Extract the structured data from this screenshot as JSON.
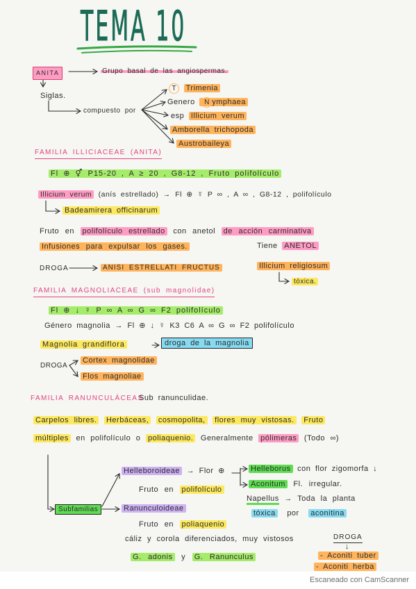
{
  "colors": {
    "paper": "#f6f6f3",
    "ink": "#2b2b2b",
    "title": "#1b6b56",
    "title_underline": "#35a845",
    "heading_pink": "#e2457f",
    "hl_green": "#a6ec6b",
    "hl_pink": "#ff9cc4",
    "hl_orange": "#ffb45c",
    "hl_yellow": "#fde95f",
    "hl_lavender": "#cdb1f2",
    "hl_blue": "#86dbf2",
    "hl_bright_green": "#5fdc52"
  },
  "title": "TEMA 10",
  "anita": {
    "label": "ANITA",
    "description": "Grupo basal de las angiospermas.",
    "siglas": "Siglas.",
    "compuesto": "compuesto por",
    "trimenia_mark": "T",
    "trimenia": "Trimenia",
    "genero": "Genero",
    "nymphaea_mark": "N",
    "nymphaea_rest": "ymphaea",
    "esp": "esp",
    "illicium": "Illicium verum",
    "amborella": "Amborella trichopoda",
    "austrobaileya": "Austrobaileya"
  },
  "illiciaceae": {
    "heading": "FAMILIA ILLICIACEAE (ANITA)",
    "formula": "Fl ⊕ ⚥ P15-20 , A ≥ 20 , G8-12 , Fruto polifolículo",
    "species": "Illicium verum",
    "species_detail": "(anís estrellado) → Fl ⊕ ☿ P ∞ , A ∞ , G8-12 , polifolículo",
    "synonym": "Badeamirera officinarum",
    "fruit_a": "Fruto en",
    "fruit_b": "polifolículo estrellado",
    "fruit_c": "con anetol",
    "fruit_d": "de acción carminativa",
    "use": "Infusiones para expulsar los gases.",
    "tiene": "Tiene",
    "anetol": "ANETOL",
    "droga_label": "DROGA",
    "droga": "ANISI ESTRELLATI FRUCTUS",
    "toxic_species": "Illicium religiosum",
    "toxic": "tóxica."
  },
  "magnoliaceae": {
    "heading": "FAMILIA MAGNOLIACEAE (sub magnolidae)",
    "formula": "Fl ⊕ ↓ ☿ P ∞ A ∞ G ∞ F2 polifolículo",
    "genus_line": "Género magnolia → Fl ⊕ ↓ ☿ K3 C6 A ∞ G ∞ F2 polifolículo",
    "species": "Magnolia grandiflora",
    "species_drug": "droga de la magnolia",
    "droga_label": "DROGA",
    "drugs": [
      "Cortex magnolidae",
      "Flos magnoliae"
    ]
  },
  "ranunculaceae": {
    "heading": "FAMILIA RANUNCULÁCEAS",
    "subclass": "Sub ranunculidae.",
    "traits1": [
      "Carpelos libres.",
      "Herbáceas,",
      "cosmopolita,",
      "flores muy vistosas.",
      "Fruto"
    ],
    "traits2": [
      "múltiples",
      "en polifolículo o",
      "poliaquenio.",
      "Generalmente",
      "pólimeras",
      "(Todo ∞)"
    ],
    "subfamilias": "Subfamilias",
    "helleboroideae": "Helleboroideae",
    "helleb_flower": "→ Flor ⊕",
    "helleb_fruit_a": "Fruto en",
    "helleb_fruit_b": "polifolículo",
    "ranunculoideae": "Ranunculoideae",
    "ranun_fruit_a": "Fruto en",
    "ranun_fruit_b": "poliaquenio",
    "ranun_flower": "cáliz y corola diferenciados, muy vistosos",
    "genus_a": "G. adonis",
    "genus_and": "y",
    "genus_b": "G. Ranunculus",
    "helleborus": "Helleborus",
    "helleborus_note": "con flor zigomorfa ↓",
    "aconitum": "Aconitum",
    "aconitum_note": "Fl. irregular.",
    "napellus": "Napellus",
    "napellus_note": "→ Toda la planta",
    "toxic": "tóxica",
    "por": "por",
    "aconitina": "aconitina",
    "droga_label": "DROGA",
    "droga_arrow": "↓",
    "drugs": [
      "- Aconiti tuber",
      "- Aconiti herba"
    ]
  },
  "watermark": "Escaneado con CamScanner"
}
